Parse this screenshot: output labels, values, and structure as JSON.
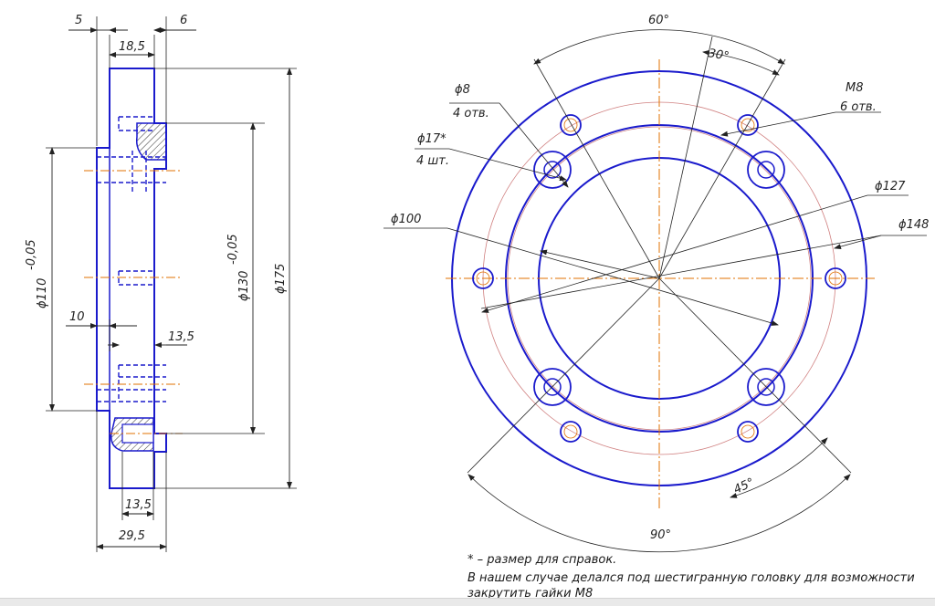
{
  "side_view": {
    "dims": {
      "d5": "5",
      "d6": "6",
      "d18_5": "18,5",
      "d10": "10",
      "d13_5_a": "13,5",
      "d13_5_b": "13,5",
      "d29_5": "29,5",
      "dia110": "ϕ110",
      "dia110_tol": "-0,05",
      "dia130": "ϕ130",
      "dia130_tol": "-0,05",
      "dia175": "ϕ175"
    }
  },
  "front_view": {
    "dims": {
      "a60": "60°",
      "a30": "30°",
      "a90": "90°",
      "a45": "45°",
      "m8": "M8",
      "m8_count": "6 отв.",
      "d8": "ϕ8",
      "d8_count": "4 отв.",
      "d17": "ϕ17*",
      "d17_count": "4 шт.",
      "d127": "ϕ127",
      "d100": "ϕ100",
      "d148": "ϕ148"
    }
  },
  "notes": {
    "line1": "* – размер для справок.",
    "line2": "В нашем случае делался под шестигранную головку для возможности",
    "line3": "закрутить гайки М8"
  },
  "colors": {
    "outline": "#1a1acc",
    "center": "#e07000",
    "thin": "#202020",
    "pcd": "#d08080",
    "hatch": "#333333"
  }
}
